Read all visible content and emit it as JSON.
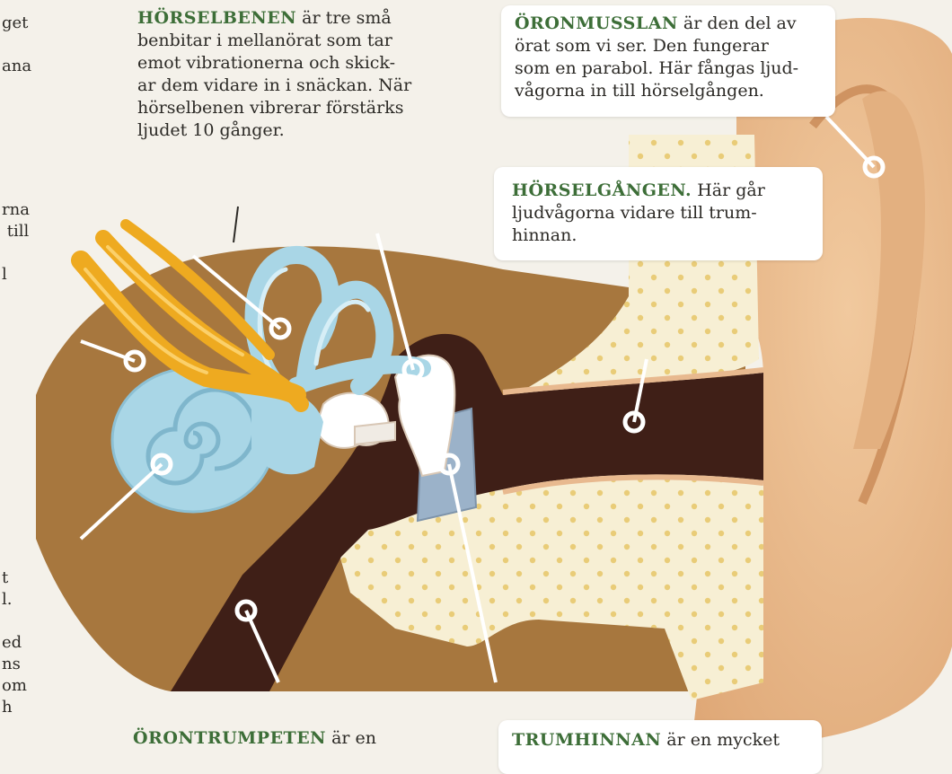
{
  "colors": {
    "skull_brown": "#a7773e",
    "canal_dark": "#3f1f17",
    "ear_skin": "#eaba8a",
    "ear_skin_dark": "#d79c6a",
    "bone_cream": "#f7efd4",
    "dots": "#e9cc78",
    "cochlea_blue": "#a9d6e6",
    "nerve_yellow": "#eeaa20",
    "eardrum": "#9bb2c9",
    "label_green": "#3d6e38"
  },
  "labels": {
    "horselbenen": {
      "keyword": "HÖRSELBENEN",
      "text": " är tre små\nbenbitar i mellanörat som tar\nemot vibrationerna och skick-\nar dem vidare in i snäckan. När\nhörselbenen vibrerar förstärks\nljudet 10 gånger."
    },
    "oronmusslan": {
      "keyword": "ÖRONMUSSLAN",
      "text": " är den del av\nörat som vi ser. Den fungerar\nsom en parabol. Här fångas ljud-\nvågorna in till hörselgången."
    },
    "horselgangen": {
      "keyword": "HÖRSELGÅNGEN.",
      "text": " Här går\nljudvågorna vidare till trum-\nhinnan."
    },
    "orontrumpeten": {
      "keyword": "ÖRONTRUMPETEN",
      "text": " är en"
    },
    "trumhinnan": {
      "keyword": "TRUMHINNAN",
      "text": " är en mycket"
    }
  },
  "margin_fragments": {
    "top": "get\n\nana",
    "mid": "rna\n till\n\nl",
    "bottom": "t\nl.\n\ned\nns\nom\nh"
  }
}
